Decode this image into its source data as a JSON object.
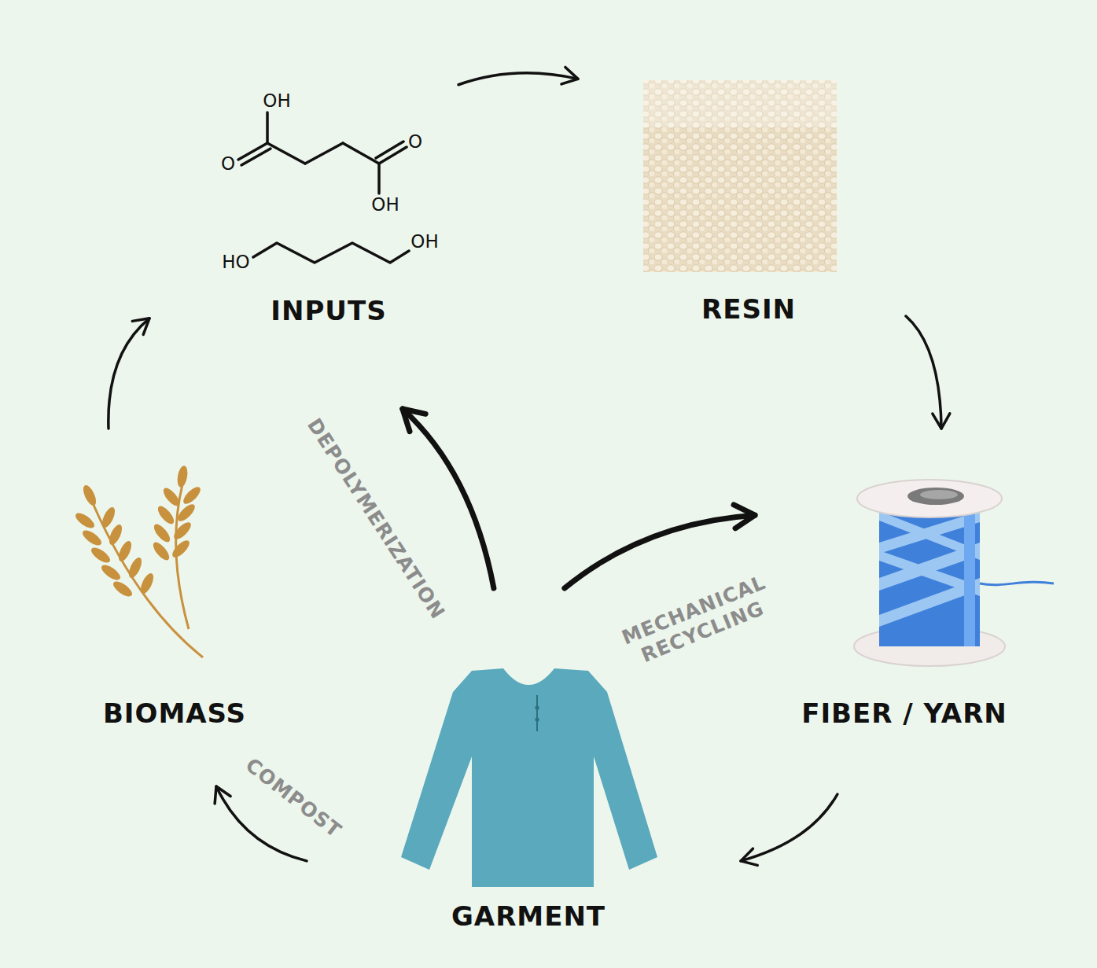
{
  "diagram": {
    "nodes": [
      {
        "text": [
          "INPUTS"
        ]
      },
      {
        "text": [
          "RESIN"
        ]
      },
      {
        "text": [
          "BIOMASS"
        ]
      },
      {
        "text": [
          "FIBER / YARN"
        ]
      },
      {
        "text": [
          "GARMENT"
        ]
      }
    ],
    "edges": [
      {
        "from": 0,
        "to": 1,
        "arrow": "to"
      },
      {
        "from": 1,
        "to": 3,
        "arrow": "to"
      },
      {
        "from": 3,
        "to": 4,
        "arrow": "to"
      },
      {
        "from": 4,
        "to": 2,
        "label": "COMPOST",
        "arrow": "to"
      },
      {
        "from": 2,
        "to": 0,
        "arrow": "to"
      },
      {
        "from": 4,
        "to": 0,
        "label": "DEPOLYMERIZATION",
        "arrow": "to"
      },
      {
        "from": 4,
        "to": 3,
        "label": "MECHANICAL RECYCLING",
        "arrow": "to"
      }
    ],
    "labels": [
      "OH",
      "O",
      "O",
      "OH",
      "OH",
      "HO"
    ]
  }
}
